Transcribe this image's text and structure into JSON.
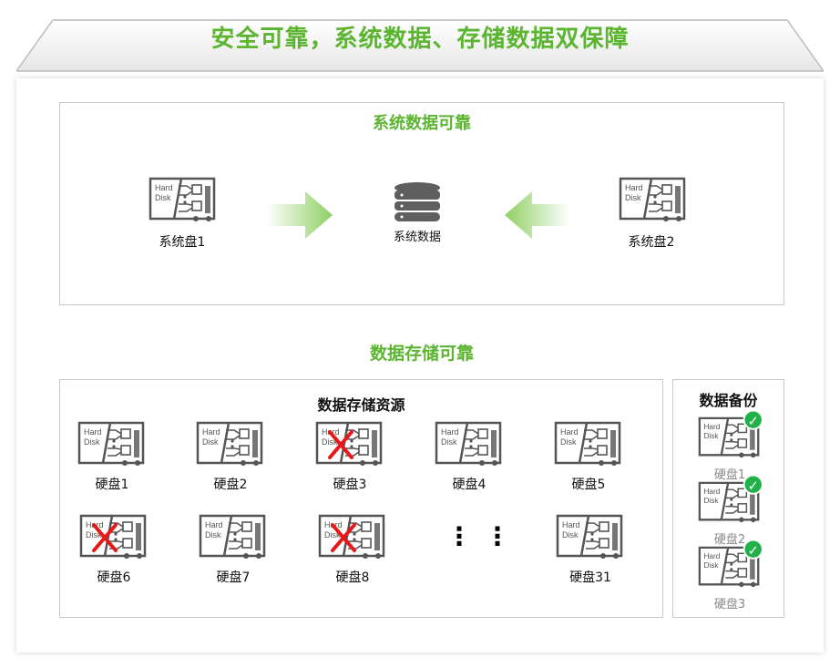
{
  "header": {
    "title": "安全可靠，系统数据、存储数据双保障"
  },
  "system": {
    "title": "系统数据可靠",
    "disk1": "系统盘1",
    "disk2": "系统盘2",
    "db_label": "系统数据",
    "disk_text_1": "Hard",
    "disk_text_2": "Disk"
  },
  "storage": {
    "title": "数据存储可靠",
    "pool_title": "数据存储资源",
    "disks": [
      {
        "label": "硬盘1",
        "failed": false
      },
      {
        "label": "硬盘2",
        "failed": false
      },
      {
        "label": "硬盘3",
        "failed": true
      },
      {
        "label": "硬盘4",
        "failed": false
      },
      {
        "label": "硬盘5",
        "failed": false
      },
      {
        "label": "硬盘6",
        "failed": true
      },
      {
        "label": "硬盘7",
        "failed": false
      },
      {
        "label": "硬盘8",
        "failed": true
      },
      {
        "label": "硬盘31",
        "failed": false
      }
    ],
    "ellipsis": "⋮⋮"
  },
  "backup": {
    "title": "数据备份",
    "disks": [
      {
        "label": "硬盘1",
        "ok": true
      },
      {
        "label": "硬盘2",
        "ok": true
      },
      {
        "label": "硬盘3",
        "ok": true
      }
    ]
  },
  "colors": {
    "accent": "#5cb531",
    "check": "#22b04a",
    "fail": "#e81818"
  }
}
